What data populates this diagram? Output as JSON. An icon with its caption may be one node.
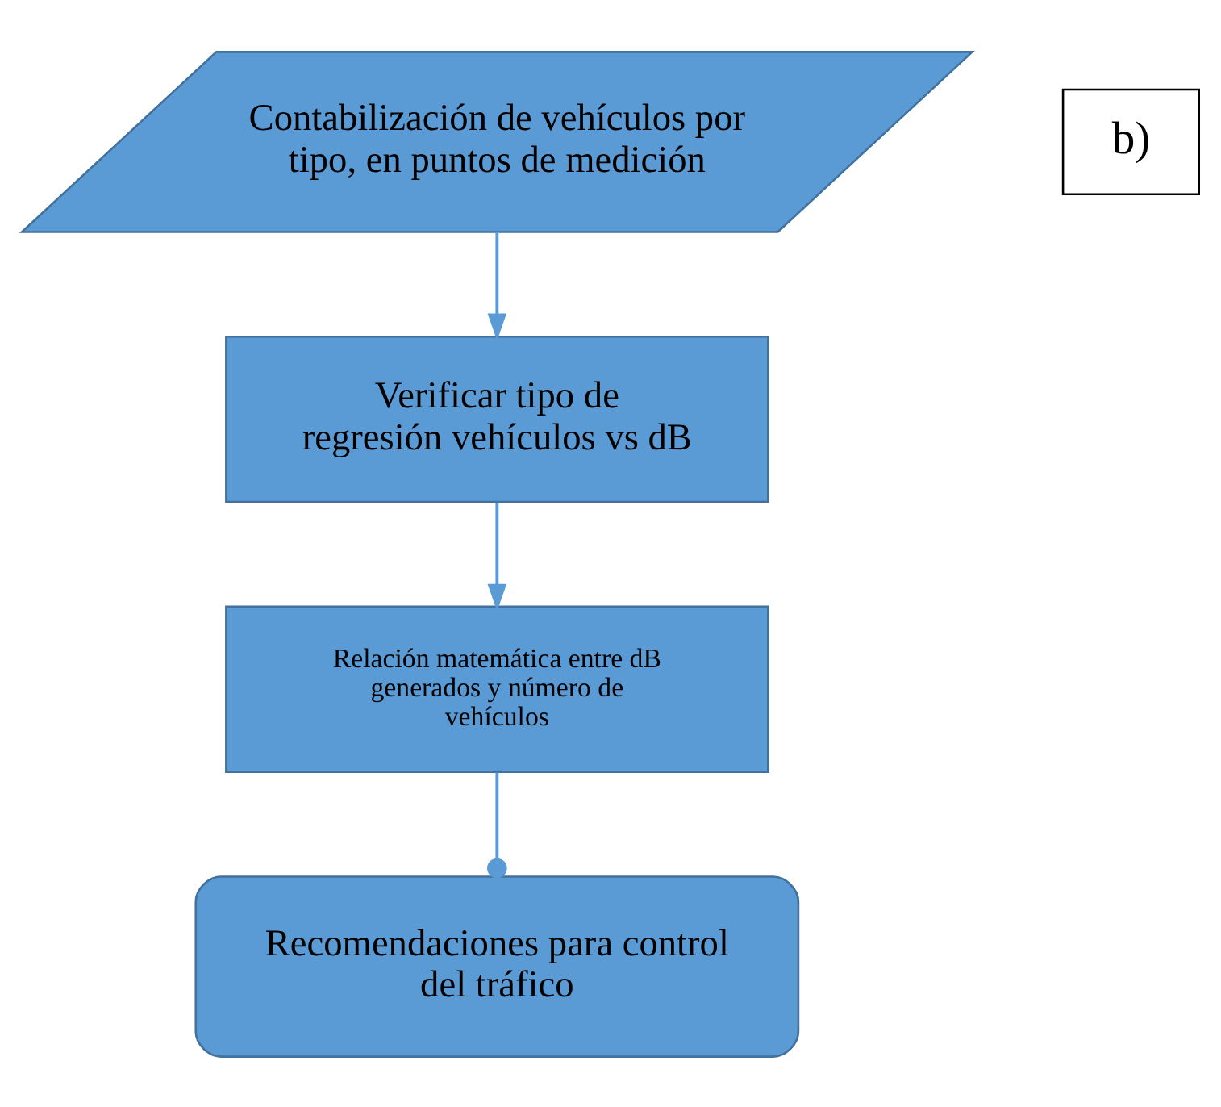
{
  "diagram": {
    "nodes": [
      {
        "text": [
          "Contabilización de vehículos por tipo, en puntos de medición"
        ]
      },
      {
        "text": [
          "Verificar tipo de regresión vehículos vs dB"
        ]
      },
      {
        "text": [
          "Relación matemática entre dB generados y número de vehículos"
        ]
      },
      {
        "text": [
          "Recomendaciones para control del tráfico"
        ]
      },
      {
        "text": [
          "b)"
        ]
      }
    ],
    "edges": [
      {
        "from": 0,
        "to": 1,
        "arrow": "to"
      },
      {
        "from": 1,
        "to": 2,
        "arrow": "to"
      },
      {
        "from": 2,
        "to": 3,
        "arrow": "other"
      }
    ]
  }
}
